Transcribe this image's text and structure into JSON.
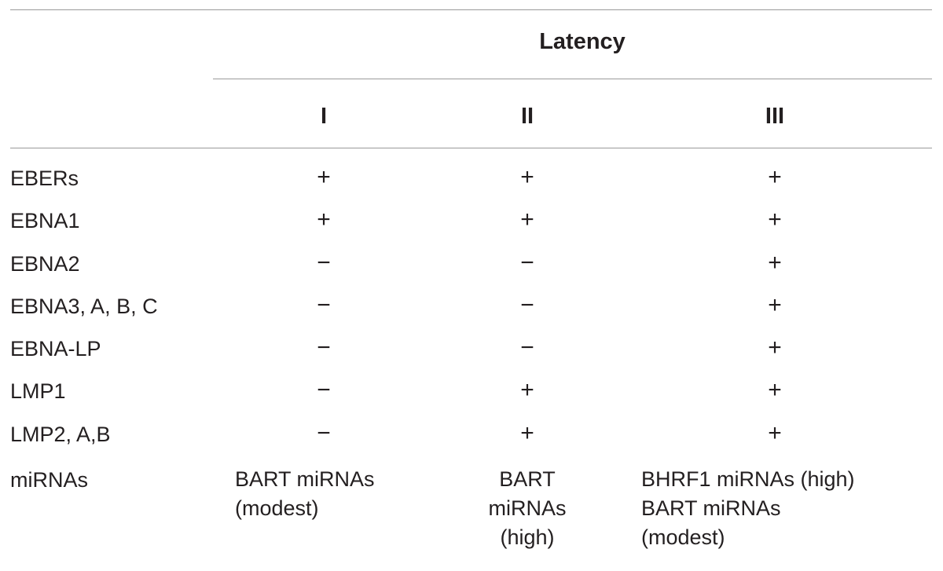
{
  "table": {
    "group_header": "Latency",
    "columns": [
      "I",
      "II",
      "III"
    ],
    "rows": [
      {
        "name": "EBERs",
        "values": [
          "+",
          "+",
          "+"
        ]
      },
      {
        "name": "EBNA1",
        "values": [
          "+",
          "+",
          "+"
        ]
      },
      {
        "name": "EBNA2",
        "values": [
          "−",
          "−",
          "+"
        ]
      },
      {
        "name": "EBNA3, A, B, C",
        "values": [
          "−",
          "−",
          "+"
        ]
      },
      {
        "name": "EBNA-LP",
        "values": [
          "−",
          "−",
          "+"
        ]
      },
      {
        "name": "LMP1",
        "values": [
          "−",
          "+",
          "+"
        ]
      },
      {
        "name": "LMP2, A,B",
        "values": [
          "−",
          "+",
          "+"
        ]
      }
    ],
    "mirna_row": {
      "name": "miRNAs",
      "col1": [
        "BART miRNAs",
        "(modest)"
      ],
      "col2": [
        "BART",
        "miRNAs",
        "(high)"
      ],
      "col3": [
        "BHRF1 miRNAs (high)",
        "BART miRNAs",
        "(modest)"
      ]
    }
  }
}
